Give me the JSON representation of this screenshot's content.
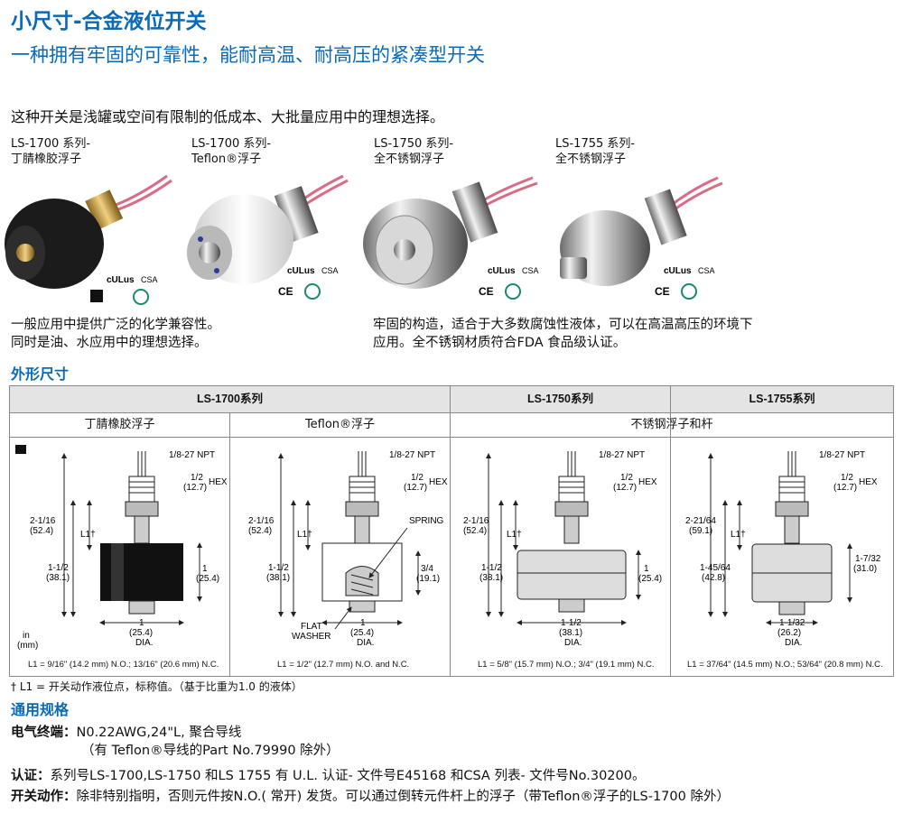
{
  "header": {
    "title": "小尺寸-合金液位开关",
    "subtitle": "一种拥有牢固的可靠性，能耐高温、耐高压的紧凑型开关"
  },
  "intro": "这种开关是浅罐或空间有限制的低成本、大批量应用中的理想选择。",
  "products": [
    {
      "line1": "LS-1700 系列-",
      "line2": "丁腈橡胶浮子"
    },
    {
      "line1": "LS-1700 系列-",
      "line2": "Teflon®浮子"
    },
    {
      "line1": "LS-1750 系列-",
      "line2": "全不锈钢浮子"
    },
    {
      "line1": "LS-1755 系列-",
      "line2": "全不锈钢浮子"
    }
  ],
  "descriptions": {
    "left_1": "一般应用中提供广泛的化学兼容性。",
    "left_2": "同时是油、水应用中的理想选择。",
    "right_1": "牢固的构造，适合于大多数腐蚀性液体，可以在高温高压的环境下",
    "right_2": "应用。全不锈钢材质符合FDA 食品级认证。"
  },
  "dimensions": {
    "heading": "外形尺寸",
    "col_headers": [
      "LS-1700系列",
      "LS-1750系列",
      "LS-1755系列"
    ],
    "sub_headers": [
      "丁腈橡胶浮子",
      "Teflon®浮子",
      "不锈钢浮子和杆"
    ],
    "labels": {
      "npt": "1/8-27 NPT",
      "hex_frac": "1/2",
      "hex_mm": "(12.7)",
      "hex": "HEX",
      "l1": "L1†",
      "spring": "SPRING",
      "flat_washer_1": "FLAT",
      "flat_washer_2": "WASHER",
      "dia": "DIA.",
      "in": "in",
      "mm": "(mm)"
    },
    "d1": {
      "total": "2-1/16",
      "total_mm": "(52.4)",
      "lower": "1-1/2",
      "lower_mm": "(38.1)",
      "float_h": "1",
      "float_h_mm": "(25.4)",
      "dia": "1",
      "dia_mm": "(25.4)"
    },
    "d2": {
      "total": "2-1/16",
      "total_mm": "(52.4)",
      "lower": "1-1/2",
      "lower_mm": "(38.1)",
      "float_h": "3/4",
      "float_h_mm": "(19.1)",
      "dia": "1",
      "dia_mm": "(25.4)"
    },
    "d3": {
      "total": "2-1/16",
      "total_mm": "(52.4)",
      "lower": "1-1/2",
      "lower_mm": "(38.1)",
      "float_h": "1",
      "float_h_mm": "(25.4)",
      "dia": "1-1/2",
      "dia_mm": "(38.1)"
    },
    "d4": {
      "total": "2-21/64",
      "total_mm": "(59.1)",
      "lower": "1-45/64",
      "lower_mm": "(42.8)",
      "float_h": "1-7/32",
      "float_h_mm": "(31.0)",
      "dia": "1-1/32",
      "dia_mm": "(26.2)"
    },
    "l1_notes": [
      "L1 = 9/16\" (14.2 mm) N.O.; 13/16\" (20.6 mm) N.C.",
      "L1 = 1/2\" (12.7 mm) N.O. and N.C.",
      "L1 = 5/8\" (15.7 mm) N.O.; 3/4\" (19.1 mm) N.C.",
      "L1 = 37/64\" (14.5 mm) N.O.; 53/64\" (20.8 mm) N.C."
    ],
    "footnote": "† L1 = 开关动作液位点，标称值。（基于比重为1.0 的液体）"
  },
  "specs": {
    "heading": "通用规格",
    "lead_label": "电气终端：",
    "lead_1": "N0.22AWG,24\"L, 聚合导线",
    "lead_2": "（有 Teflon®导线的Part No.79990 除外）",
    "cert_label": "认证：",
    "cert": "系列号LS-1700,LS-1750 和LS 1755 有 U.L. 认证- 文件号E45168 和CSA 列表- 文件号No.30200。",
    "action_label": "开关动作：",
    "action": "除非特别指明，否则元件按N.O.( 常开) 发货。可以通过倒转元件杆上的浮子（带Teflon®浮子的LS-1700 除外）"
  },
  "colors": {
    "heading_blue": "#0a6ab8",
    "wire_pink": "#d86b86",
    "table_header": "#e4e4e4"
  }
}
